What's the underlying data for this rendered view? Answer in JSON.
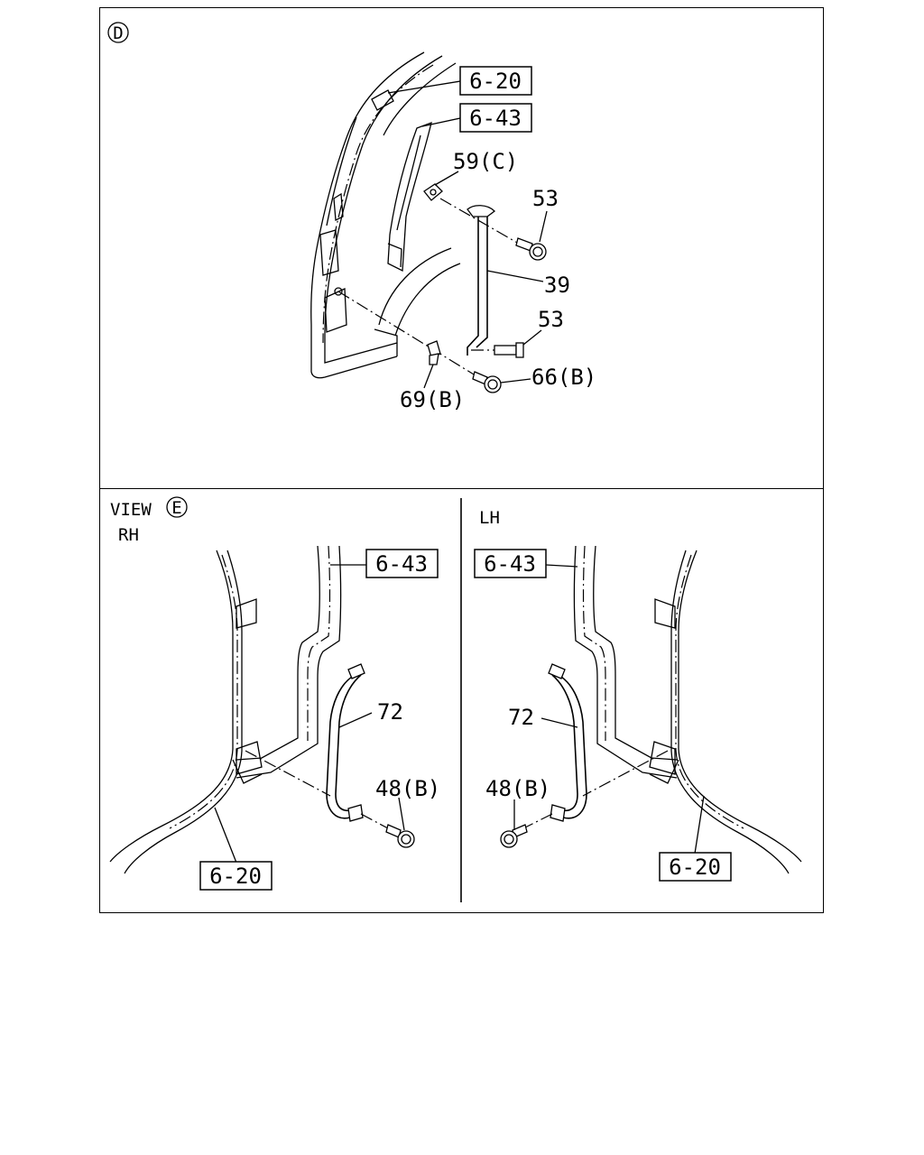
{
  "panel_top": {
    "view_marker": "D",
    "callouts": {
      "ref_6_20": "6-20",
      "ref_6_43": "6-43",
      "part_59c": "59(C)",
      "part_53_upper": "53",
      "part_39": "39",
      "part_53_lower": "53",
      "part_66b": "66(B)",
      "part_69b": "69(B)"
    }
  },
  "panel_rh": {
    "view_prefix": "VIEW",
    "view_marker": "E",
    "side": "RH",
    "callouts": {
      "ref_6_43": "6-43",
      "part_72": "72",
      "part_48b": "48(B)",
      "ref_6_20": "6-20"
    }
  },
  "panel_lh": {
    "side": "LH",
    "callouts": {
      "ref_6_43": "6-43",
      "part_72": "72",
      "part_48b": "48(B)",
      "ref_6_20": "6-20"
    }
  }
}
